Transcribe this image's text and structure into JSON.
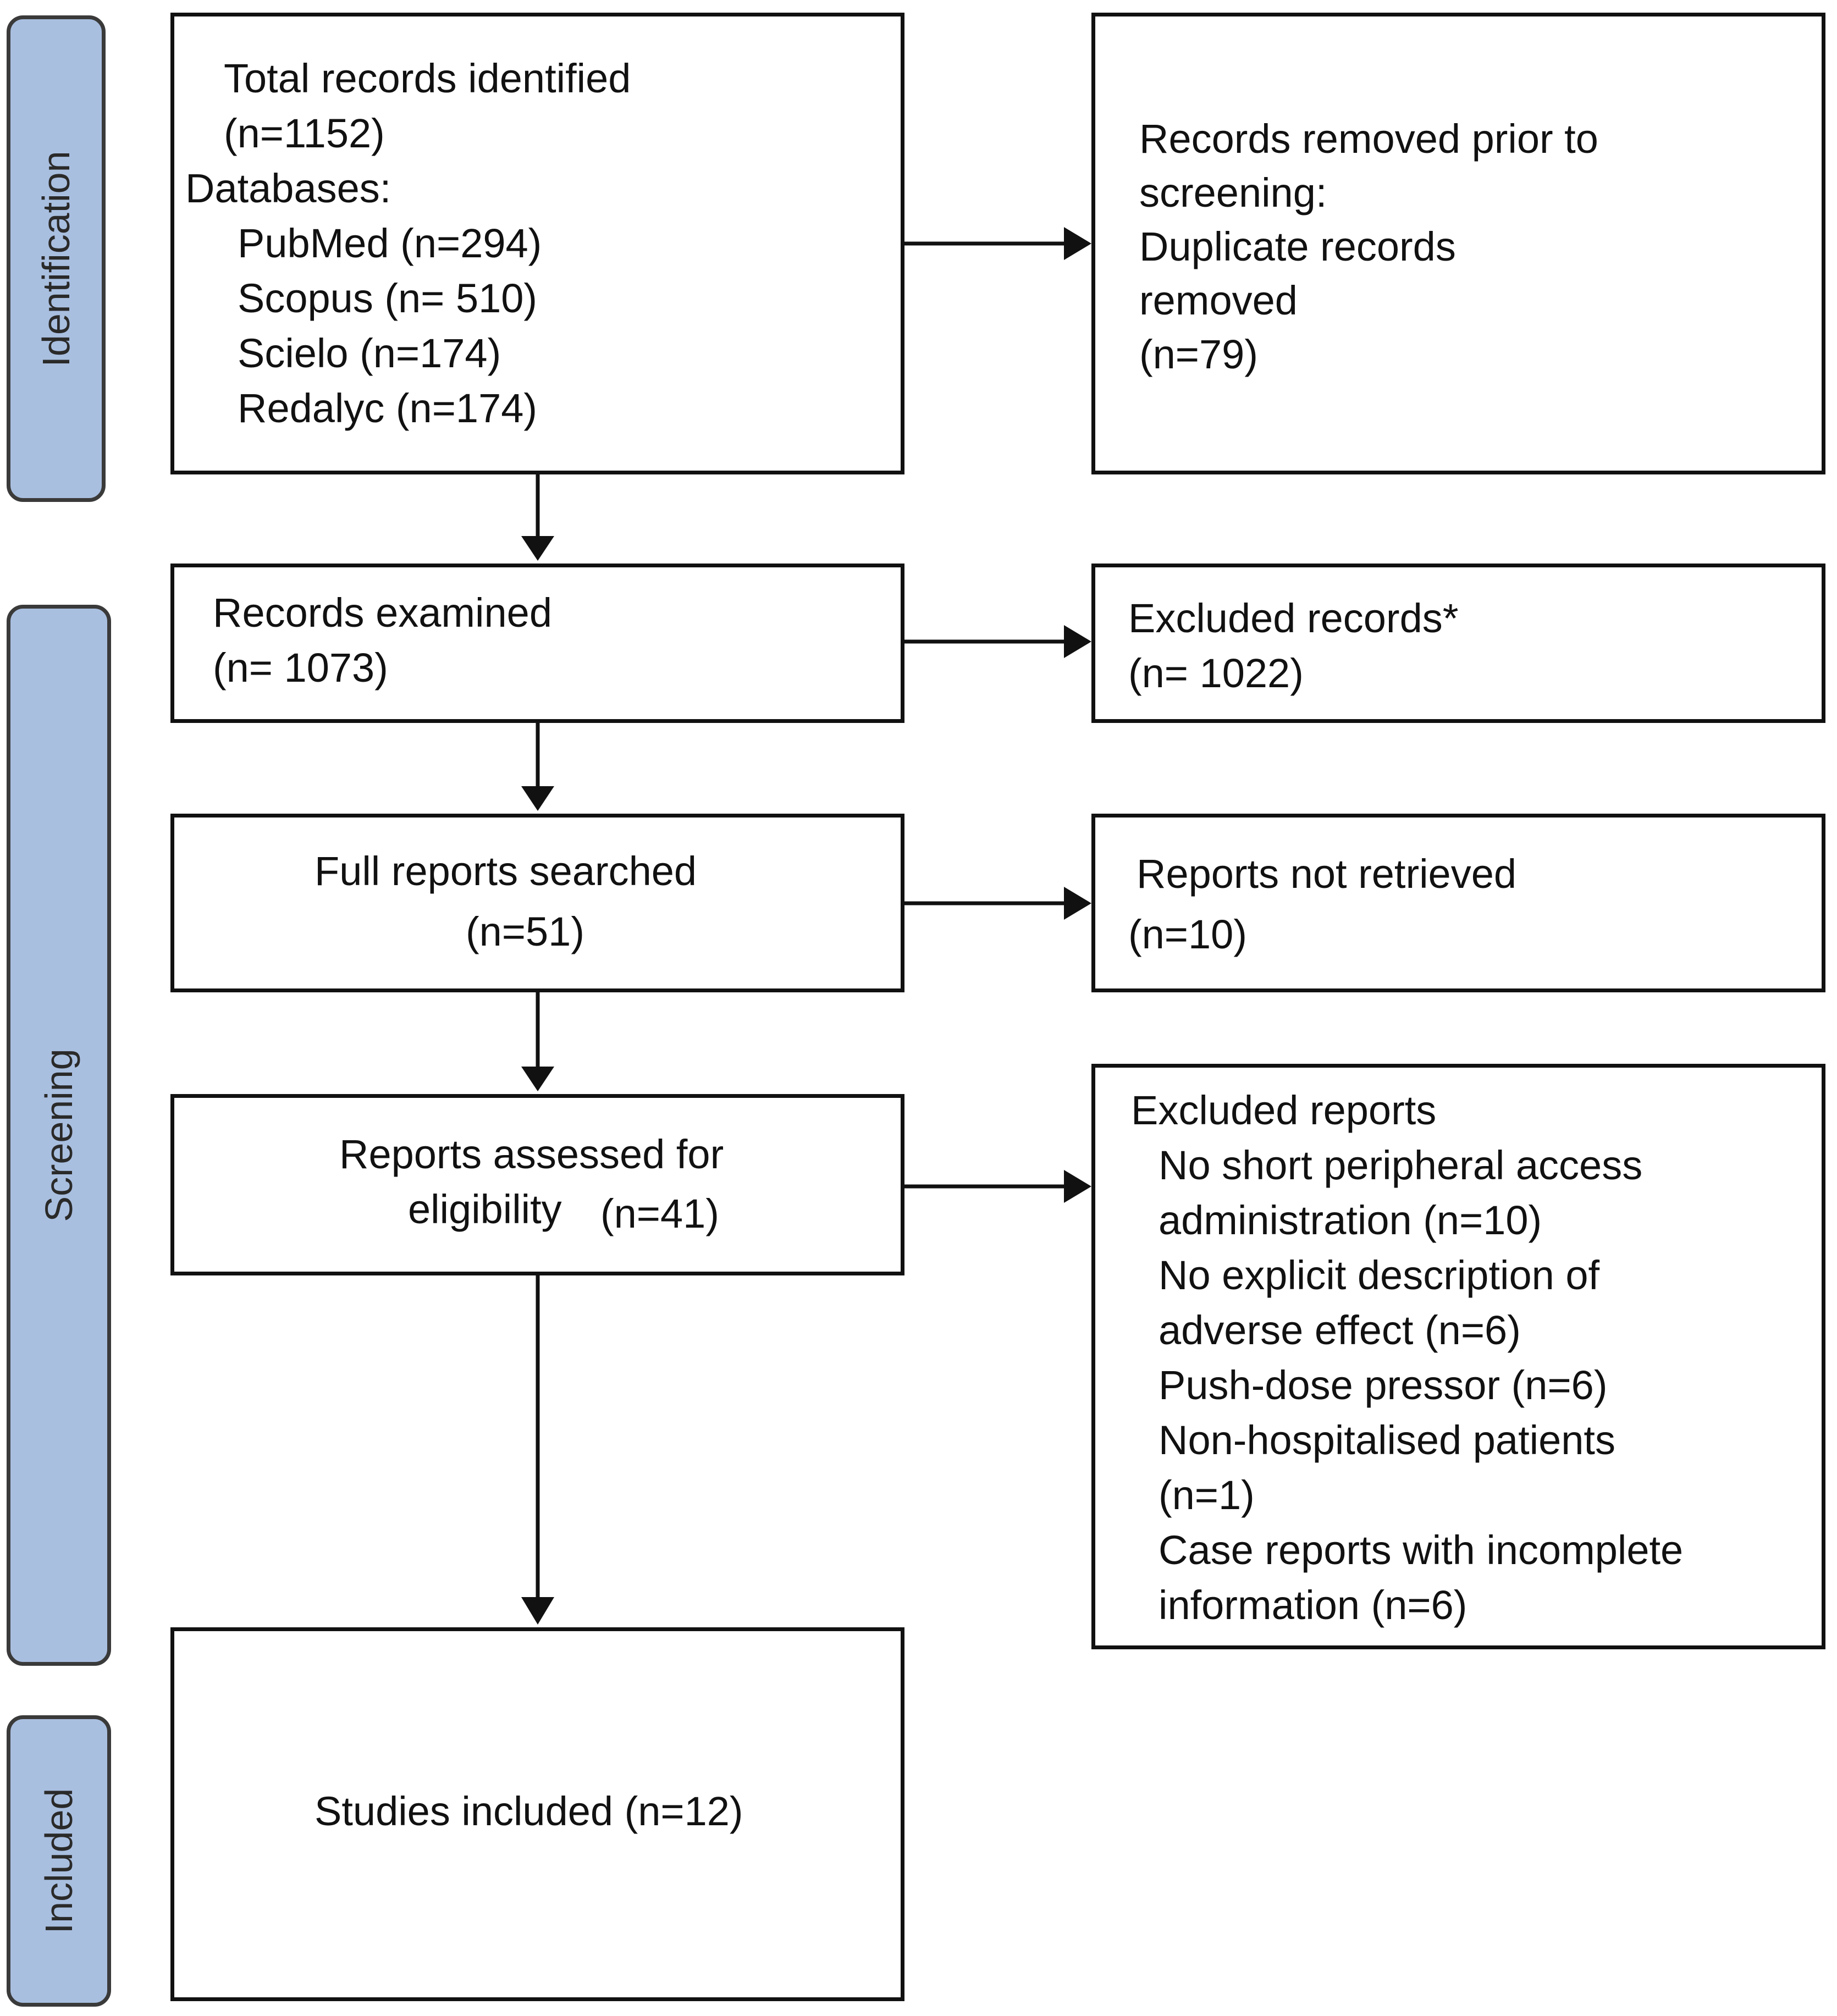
{
  "phases": {
    "identification": "Identification",
    "screening": "Screening",
    "included": "Included"
  },
  "boxes": {
    "total": {
      "title": "Total records identified",
      "count": "(n=1152)",
      "databases_label": "Databases:",
      "databases": [
        "PubMed (n=294)",
        "Scopus (n= 510)",
        "Scielo (n=174)",
        "Redalyc (n=174)"
      ]
    },
    "removed": {
      "lines": [
        "Records removed prior to",
        "screening:",
        "Duplicate records",
        "removed",
        "(n=79)"
      ]
    },
    "examined": {
      "title": "Records examined",
      "count": "(n= 1073)"
    },
    "excluded_records": {
      "title": "Excluded records*",
      "count": "(n= 1022)"
    },
    "full_reports": {
      "title": "Full reports searched",
      "count": "(n=51)"
    },
    "not_retrieved": {
      "title": "Reports not retrieved",
      "count": "(n=10)"
    },
    "assessed": {
      "line1": "Reports assessed for",
      "line2": "eligibility",
      "count": "(n=41)"
    },
    "excluded_reports": {
      "title": "Excluded reports",
      "lines": [
        "No short peripheral access",
        "administration (n=10)",
        "No explicit description of",
        "adverse effect (n=6)",
        "Push-dose pressor (n=6)",
        "Non-hospitalised patients",
        "(n=1)",
        "Case reports with incomplete",
        "information (n=6)"
      ]
    },
    "included": {
      "title": "Studies included (n=12)"
    }
  }
}
